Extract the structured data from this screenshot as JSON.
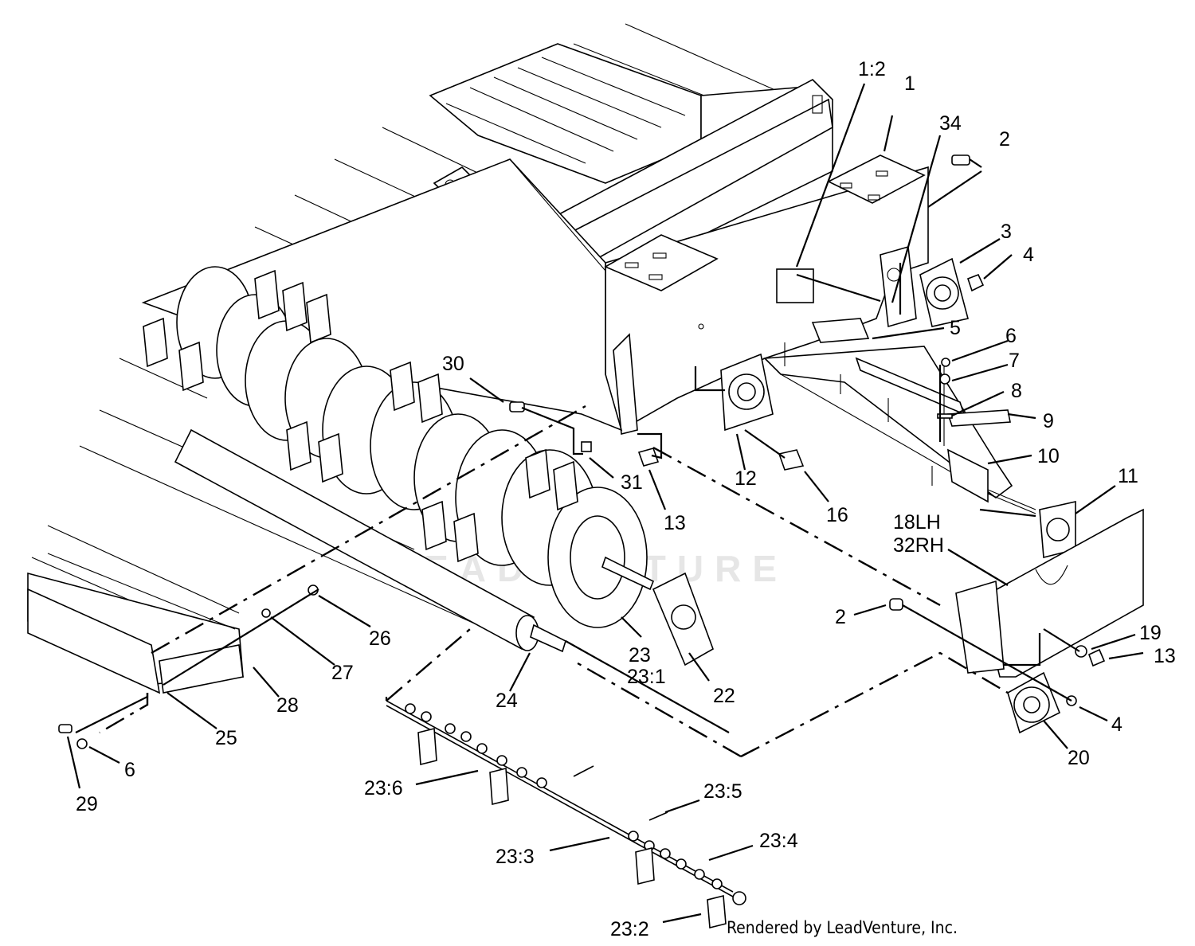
{
  "labels": [
    {
      "id": "1:2",
      "text": "1:2"
    },
    {
      "id": "1",
      "text": "1"
    },
    {
      "id": "34",
      "text": "34"
    },
    {
      "id": "2-top",
      "text": "2"
    },
    {
      "id": "3",
      "text": "3"
    },
    {
      "id": "4-top",
      "text": "4"
    },
    {
      "id": "5",
      "text": "5"
    },
    {
      "id": "6-top",
      "text": "6"
    },
    {
      "id": "7",
      "text": "7"
    },
    {
      "id": "8",
      "text": "8"
    },
    {
      "id": "9",
      "text": "9"
    },
    {
      "id": "10",
      "text": "10"
    },
    {
      "id": "11",
      "text": "11"
    },
    {
      "id": "30",
      "text": "30"
    },
    {
      "id": "31",
      "text": "31"
    },
    {
      "id": "13-mid",
      "text": "13"
    },
    {
      "id": "12",
      "text": "12"
    },
    {
      "id": "16",
      "text": "16"
    },
    {
      "id": "18LH",
      "text": "18LH"
    },
    {
      "id": "32RH",
      "text": "32RH"
    },
    {
      "id": "2-mid",
      "text": "2"
    },
    {
      "id": "19",
      "text": "19"
    },
    {
      "id": "13-right",
      "text": "13"
    },
    {
      "id": "4-bottom",
      "text": "4"
    },
    {
      "id": "20",
      "text": "20"
    },
    {
      "id": "22",
      "text": "22"
    },
    {
      "id": "23",
      "text": "23"
    },
    {
      "id": "23:1",
      "text": "23:1"
    },
    {
      "id": "24",
      "text": "24"
    },
    {
      "id": "26",
      "text": "26"
    },
    {
      "id": "27",
      "text": "27"
    },
    {
      "id": "28",
      "text": "28"
    },
    {
      "id": "25",
      "text": "25"
    },
    {
      "id": "29",
      "text": "29"
    },
    {
      "id": "6-bottom",
      "text": "6"
    },
    {
      "id": "23:6",
      "text": "23:6"
    },
    {
      "id": "23:5",
      "text": "23:5"
    },
    {
      "id": "23:4",
      "text": "23:4"
    },
    {
      "id": "23:3",
      "text": "23:3"
    },
    {
      "id": "23:2",
      "text": "23:2"
    }
  ],
  "watermark": "LEADVENTURE",
  "credit": "Rendered by LeadVenture, Inc."
}
